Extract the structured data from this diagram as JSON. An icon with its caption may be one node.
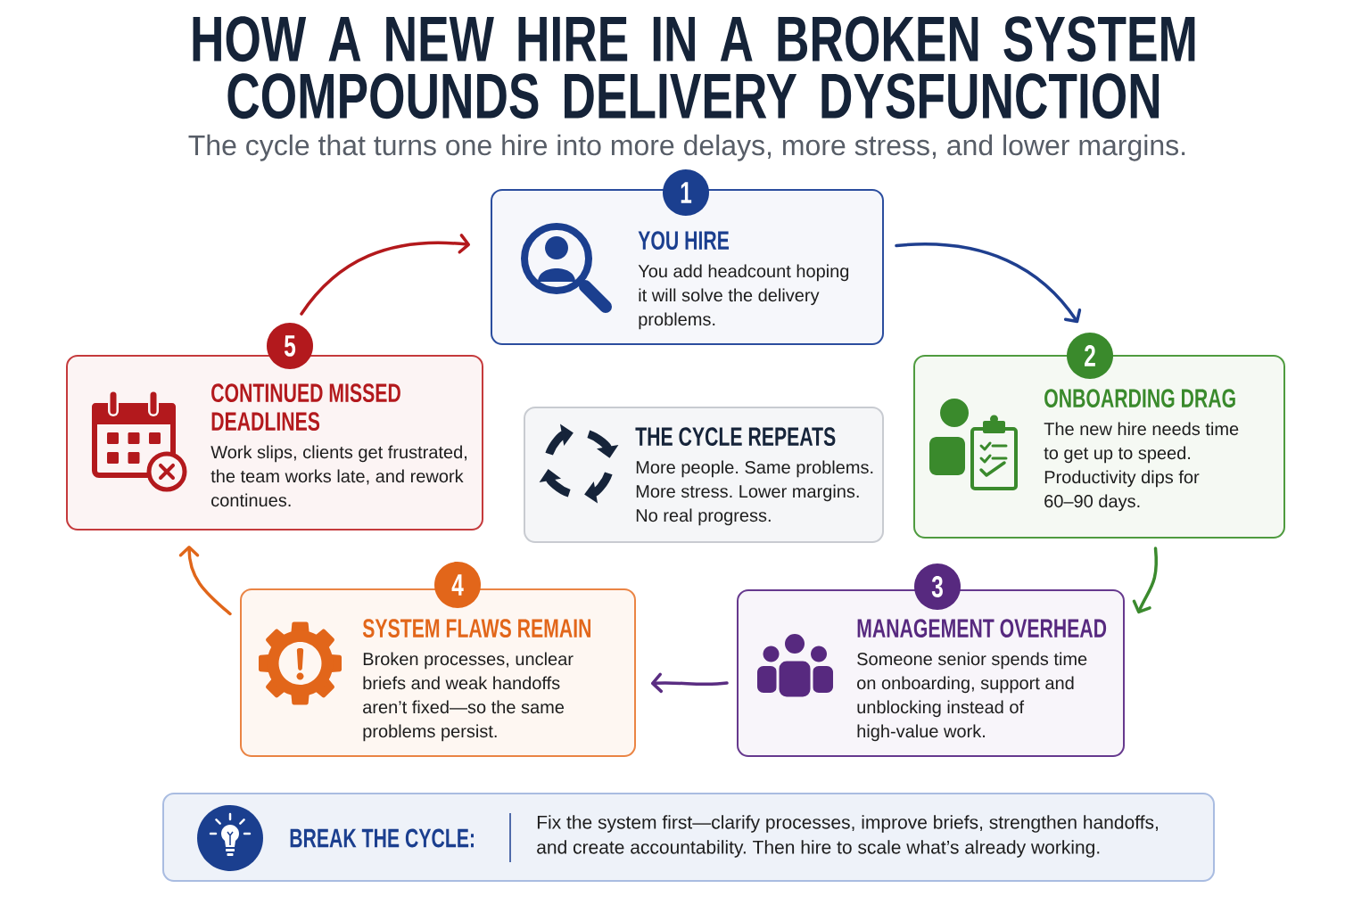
{
  "diagram": {
    "title": "HOW A NEW HIRE IN A BROKEN SYSTEM COMPOUNDS DELIVERY DYSFUNCTION",
    "nodes": [
      {
        "text": [
          "1",
          "YOU HIRE",
          "You add headcount hoping it will solve the delivery problems."
        ]
      },
      {
        "text": [
          "2",
          "ONBOARDING DRAG",
          "The new hire needs time to get up to speed. Productivity dips for 60–90 days."
        ]
      },
      {
        "text": [
          "3",
          "MANAGEMENT OVERHEAD",
          "Someone senior spends time on onboarding, support and unblocking instead of high-value work."
        ]
      },
      {
        "text": [
          "4",
          "SYSTEM FLAWS REMAIN",
          "Broken processes, unclear briefs and weak handoffs aren’t fixed—so the same problems persist."
        ]
      },
      {
        "text": [
          "5",
          "CONTINUED MISSED DEADLINES",
          "Work slips, clients get frustrated, the team works late, and rework continues."
        ]
      },
      {
        "text": [
          "THE CYCLE REPEATS",
          "More people. Same problems. More stress. Lower margins. No real progress."
        ]
      },
      {
        "text": [
          "BREAK THE CYCLE:",
          "Fix the system first—clarify processes, improve briefs, strengthen handoffs, and create accountability. Then hire to scale what’s already working."
        ]
      }
    ],
    "edges": [
      {
        "from": 0,
        "to": 1,
        "arrow": "to",
        "color": "#1f3f8f"
      },
      {
        "from": 1,
        "to": 2,
        "arrow": "to",
        "color": "#3b8a2e"
      },
      {
        "from": 2,
        "to": 3,
        "arrow": "to",
        "color": "#5a2d82"
      },
      {
        "from": 3,
        "to": 4,
        "arrow": "to",
        "color": "#e0661a"
      },
      {
        "from": 4,
        "to": 0,
        "arrow": "to",
        "color": "#b3191c"
      }
    ],
    "labels": [
      "The cycle that turns one hire into more delays, more stress, and lower margins."
    ]
  }
}
